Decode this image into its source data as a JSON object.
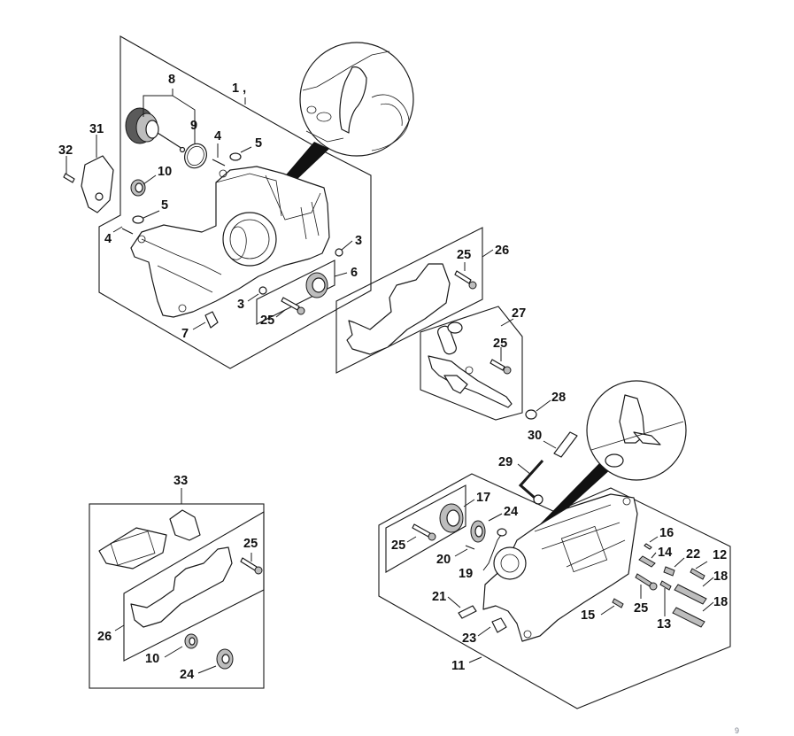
{
  "diagram": {
    "title": "Crankcase assembly exploded parts view",
    "callouts": {
      "c1": "1 ,",
      "c3a": "3",
      "c3b": "3",
      "c4a": "4",
      "c4b": "4",
      "c5a": "5",
      "c5b": "5",
      "c6": "6",
      "c7": "7",
      "c8": "8",
      "c9": "9",
      "c10a": "10",
      "c10b": "10",
      "c11": "11",
      "c12": "12",
      "c13": "13",
      "c14": "14",
      "c15": "15",
      "c16": "16",
      "c17": "17",
      "c18a": "18",
      "c18b": "18",
      "c19": "19",
      "c20": "20",
      "c21": "21",
      "c22": "22",
      "c23": "23",
      "c24a": "24",
      "c24b": "24",
      "c25a": "25",
      "c25b": "25",
      "c25c": "25",
      "c25d": "25",
      "c25e": "25",
      "c25f": "25",
      "c26a": "26",
      "c26b": "26",
      "c27": "27",
      "c28": "28",
      "c29": "29",
      "c30": "30",
      "c31": "31",
      "c32": "32",
      "c33": "33"
    },
    "page_mark": "9"
  }
}
